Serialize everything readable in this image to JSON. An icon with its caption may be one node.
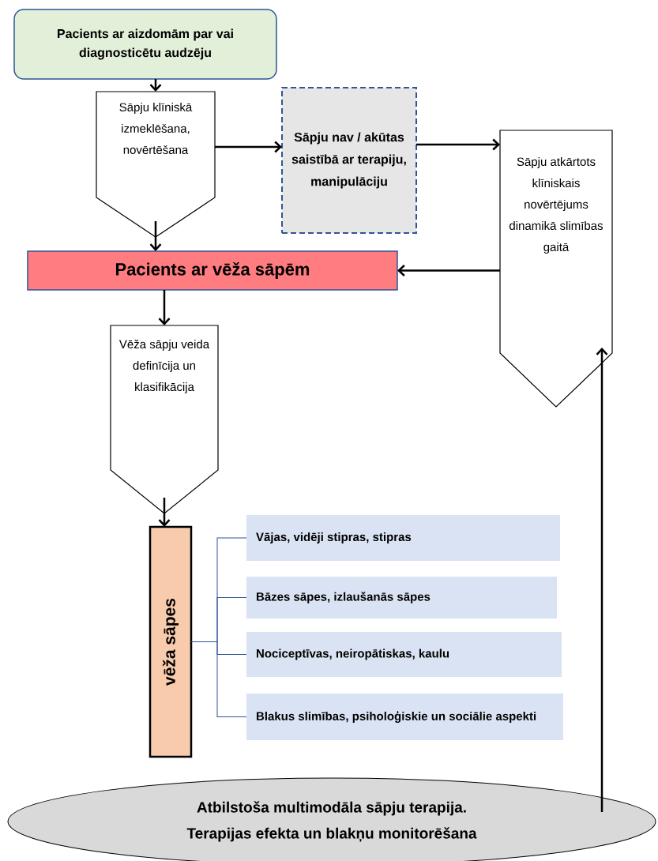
{
  "diagram": {
    "nodes": [
      {
        "text": [
          "Pacients ar aizdomām par vai diagnosticētu audzēju"
        ]
      },
      {
        "text": [
          "Sāpju klīniskā izmeklēšana, novērtēšana"
        ]
      },
      {
        "text": [
          "Sāpju nav / akūtas saistībā ar terapiju, manipulāciju"
        ]
      },
      {
        "text": [
          "Sāpju atkārtots klīniskais novērtējums dinamikā slimības gaitā"
        ]
      },
      {
        "text": [
          "Pacients ar vēža sāpēm"
        ]
      },
      {
        "text": [
          "Vēža sāpju veida definīcija un klasifikācija"
        ]
      },
      {
        "text": [
          "vēža sāpes"
        ]
      },
      {
        "text": [
          "Vājas, vidēji stipras, stipras"
        ]
      },
      {
        "text": [
          "Bāzes sāpes, izlaušanās sāpes"
        ]
      },
      {
        "text": [
          "Nociceptīvas, neiropātiskas, kaulu"
        ]
      },
      {
        "text": [
          "Blakus slimības, psiholoģiskie un sociālie aspekti"
        ]
      },
      {
        "text": [
          "Atbilstoša multimodāla sāpju terapija.",
          "Terapijas efekta un blakņu monitorēšana"
        ]
      }
    ],
    "edges": [
      {
        "from": 0,
        "to": 1,
        "arrow": "to"
      },
      {
        "from": 1,
        "to": 4,
        "arrow": "to"
      },
      {
        "from": 1,
        "to": 2,
        "arrow": "to"
      },
      {
        "from": 2,
        "to": 3,
        "arrow": "to"
      },
      {
        "from": 3,
        "to": 4,
        "arrow": "to"
      },
      {
        "from": 4,
        "to": 5,
        "arrow": "to"
      },
      {
        "from": 5,
        "to": 6,
        "arrow": "to"
      },
      {
        "from": 6,
        "to": 7,
        "arrow": "none",
        "color": "#2f5597"
      },
      {
        "from": 6,
        "to": 8,
        "arrow": "none",
        "color": "#2f5597"
      },
      {
        "from": 6,
        "to": 9,
        "arrow": "none",
        "color": "#2f5597"
      },
      {
        "from": 6,
        "to": 10,
        "arrow": "none",
        "color": "#2f5597"
      },
      {
        "from": 11,
        "to": 3,
        "arrow": "to"
      }
    ]
  }
}
